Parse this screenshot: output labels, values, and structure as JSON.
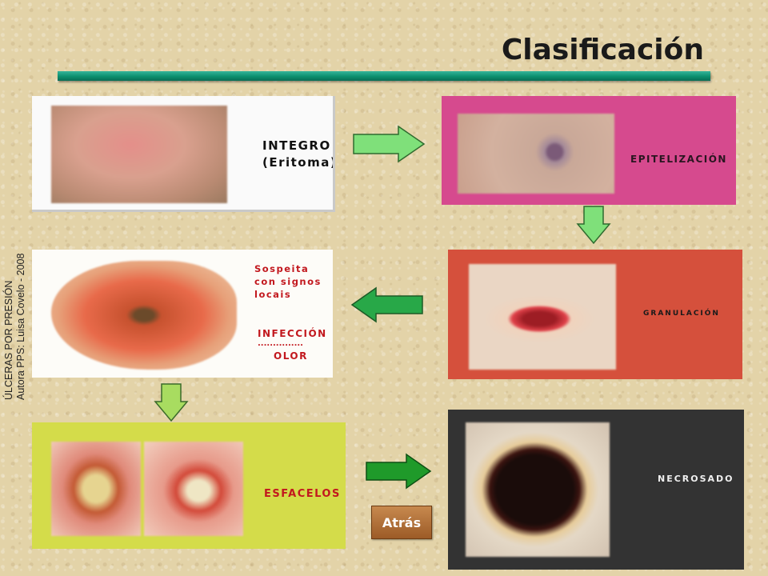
{
  "title": "Clasificación",
  "side_credit": {
    "line1": "ÚLCERAS POR PRESIÓN",
    "line2": "Autora PPS: Luisa Covelo - 2008"
  },
  "stages": {
    "integro": "INTEGRO\n(Eritoma)",
    "epitelizacion": "EPITELIZACIÓN",
    "granulacion": "GRANULACIÓN",
    "infeccion_note": "Sospeita\ncon signos\nlocais",
    "infeccion": "INFECCIÓN",
    "infeccion_dots": "...............",
    "olor": "OLOR",
    "esfacelos": "ESFACELOS",
    "necrosado": "NECROSADO"
  },
  "back_button": "Atrás",
  "colors": {
    "title_rule": "#0b8f6e",
    "arrow_light": "#7fe07a",
    "arrow_dark": "#1f9a2a",
    "back_button": "#b06f38"
  }
}
